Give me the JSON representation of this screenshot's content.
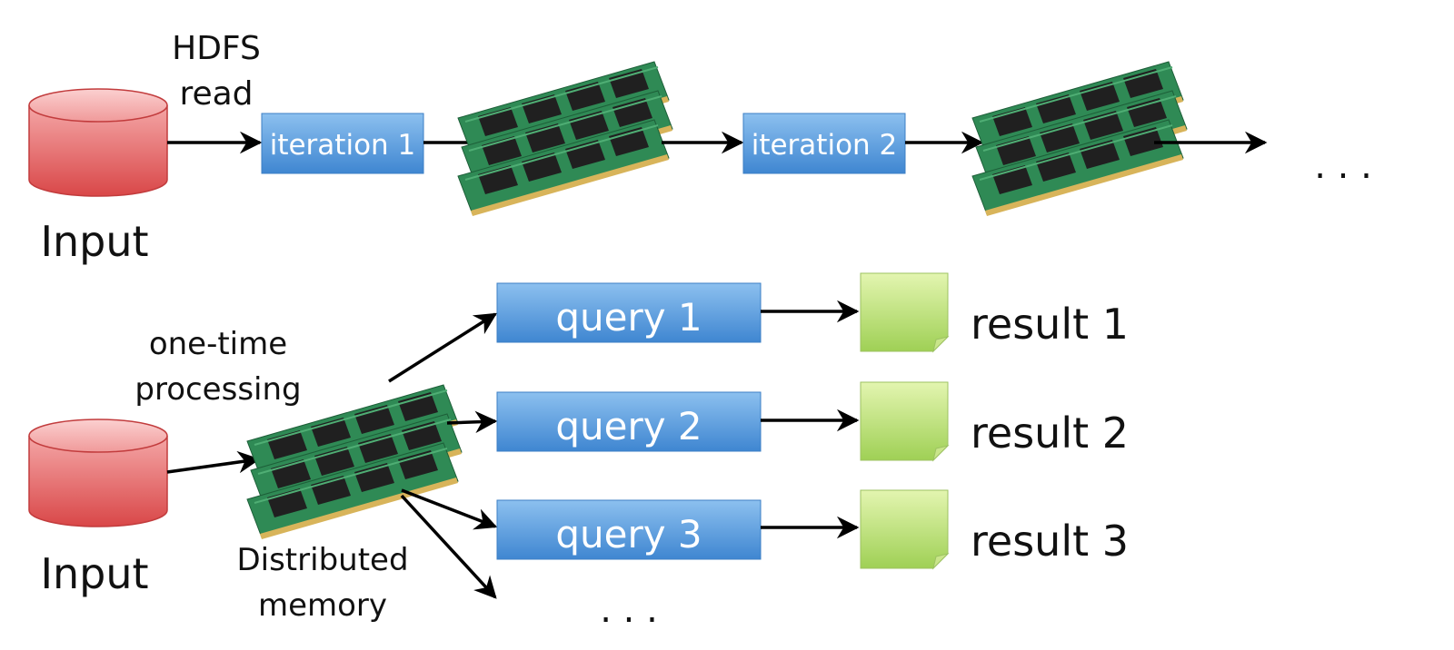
{
  "top": {
    "input_label": "Input",
    "read_label_line1": "HDFS",
    "read_label_line2": "read",
    "iteration1": "iteration 1",
    "iteration2": "iteration 2",
    "ellipsis": ". . ."
  },
  "bottom": {
    "input_label": "Input",
    "processing_line1": "one-time",
    "processing_line2": "processing",
    "memory_line1": "Distributed",
    "memory_line2": "memory",
    "queries": [
      "query 1",
      "query 2",
      "query 3"
    ],
    "results": [
      "result 1",
      "result 2",
      "result 3"
    ],
    "ellipsis": ". . ."
  },
  "colors": {
    "cylinder": "#e8585a",
    "process_box": "#5b9bd5",
    "result_note": "#b5dc6b",
    "ram_pcb": "#2f8a55",
    "arrow": "#000000"
  },
  "icons": [
    "database-icon",
    "ram-module-icon",
    "note-icon",
    "arrow-icon"
  ]
}
